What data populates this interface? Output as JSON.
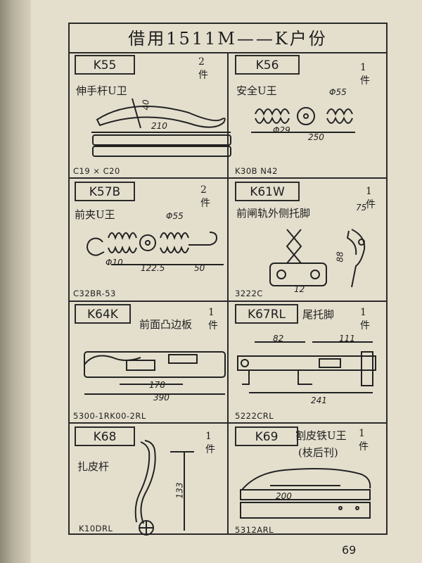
{
  "page_title": "借用1511M——K户份",
  "page_number": "69",
  "items": [
    {
      "code": "K55",
      "qty": "2件",
      "name": "伸手杆U卫",
      "part_no": "C19 × C20",
      "dims": [
        "40",
        "210"
      ]
    },
    {
      "code": "K56",
      "qty": "1件",
      "name": "安全U王",
      "part_no": "K30B N42",
      "dims": [
        "Φ55",
        "Φ29",
        "250"
      ]
    },
    {
      "code": "K57B",
      "qty": "2件",
      "name": "前夹U王",
      "part_no": "C32BR-53",
      "dims": [
        "Φ55",
        "Φ10",
        "122.5",
        "50"
      ]
    },
    {
      "code": "K61W",
      "qty": "1件",
      "name": "前闸轨外侧托脚",
      "part_no": "3222C",
      "dims": [
        "75",
        "88",
        "12"
      ]
    },
    {
      "code": "K64K",
      "qty": "1件",
      "name": "前面凸边板",
      "part_no": "5300-1RK00-2RL",
      "dims": [
        "178",
        "390"
      ]
    },
    {
      "code": "K67RL",
      "qty": "1件",
      "name": "尾托脚",
      "part_no": "5222CRL",
      "dims": [
        "82",
        "111",
        "241"
      ]
    },
    {
      "code": "K68",
      "qty": "1件",
      "name": "扎皮杆",
      "part_no": "K10DRL",
      "dims": [
        "133"
      ]
    },
    {
      "code": "K69",
      "qty": "1件",
      "name": "割皮铁U王",
      "name_note": "(枝后刊)",
      "part_no": "5312ARL",
      "dims": [
        "200"
      ]
    }
  ]
}
